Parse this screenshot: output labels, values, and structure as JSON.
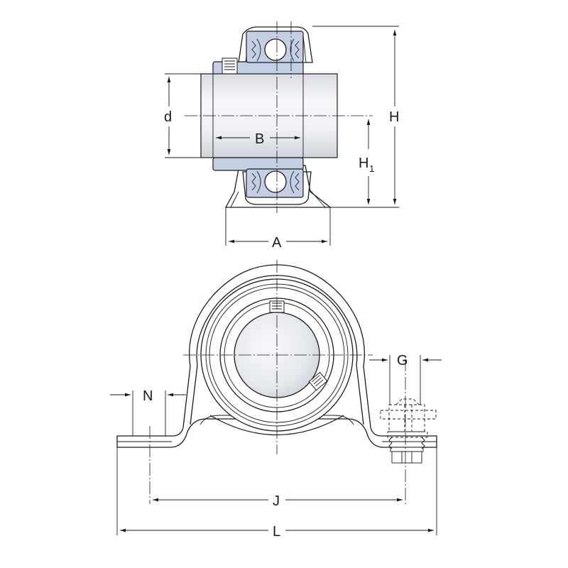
{
  "colors": {
    "insert_blue": "#c4cfe6",
    "shaft_gray": "#e2e4e8",
    "shaft_light": "#f6f7f9",
    "line": "#1a1a1a"
  },
  "dimensions": {
    "d": "d",
    "B": "B",
    "H": "H",
    "H1_main": "H",
    "H1_sub": "1",
    "A": "A",
    "N": "N",
    "G": "G",
    "J": "J",
    "L": "L"
  }
}
